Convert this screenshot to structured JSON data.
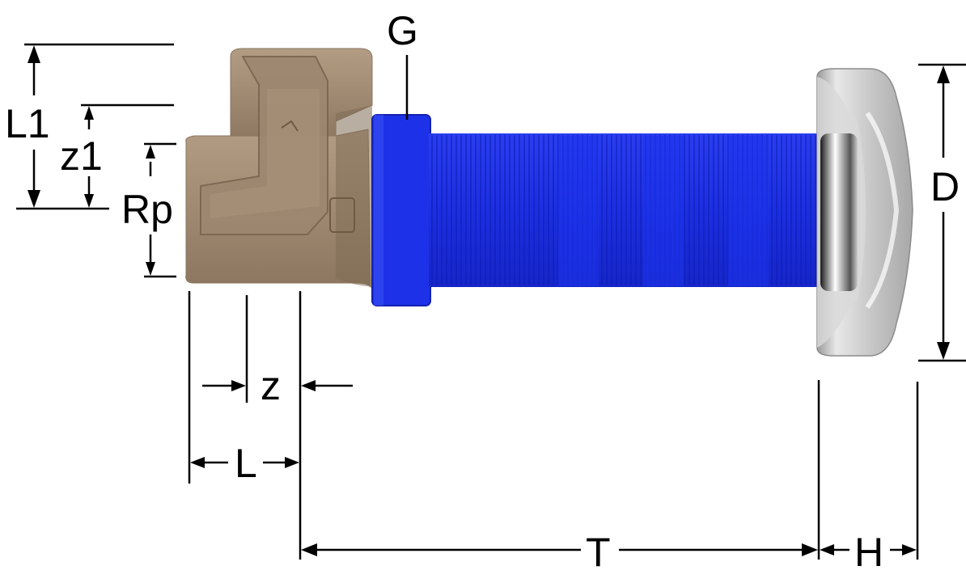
{
  "labels": {
    "G": "G",
    "L1": "L1",
    "z1": "z1",
    "Rp": "Rp",
    "D": "D",
    "z": "z",
    "L": "L",
    "T": "T",
    "H": "H"
  },
  "colors": {
    "dimension_line": "#000000",
    "elbow_bronze": "#a08a72",
    "elbow_shadow": "#7f6b56",
    "sleeve_blue": "#1c2fe0",
    "sleeve_rib": "#0e1db8",
    "rosette_chrome": "#c8c8c8",
    "rosette_highlight": "#f2f2f2"
  },
  "icons": [
    "dimension-arrow-icon"
  ]
}
